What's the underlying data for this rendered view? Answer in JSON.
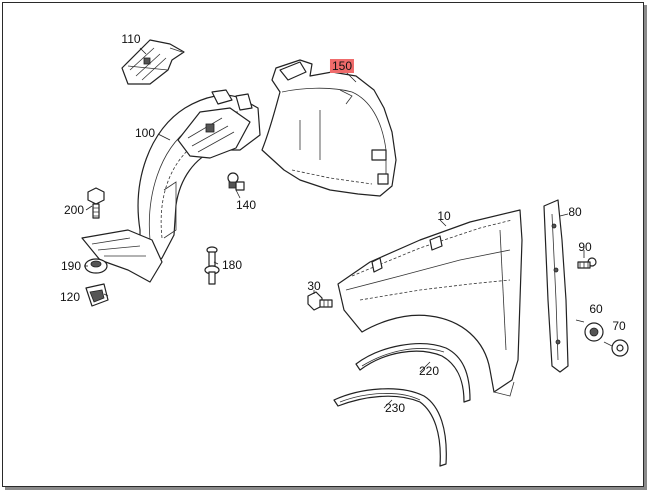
{
  "callouts": {
    "p110": "110",
    "p150": "150",
    "p100": "100",
    "p140": "140",
    "p200": "200",
    "p190": "190",
    "p180": "180",
    "p120": "120",
    "p10": "10",
    "p80": "80",
    "p90": "90",
    "p30": "30",
    "p60": "60",
    "p70": "70",
    "p220": "220",
    "p230": "230"
  },
  "highlight_color": "#ef6b6b"
}
